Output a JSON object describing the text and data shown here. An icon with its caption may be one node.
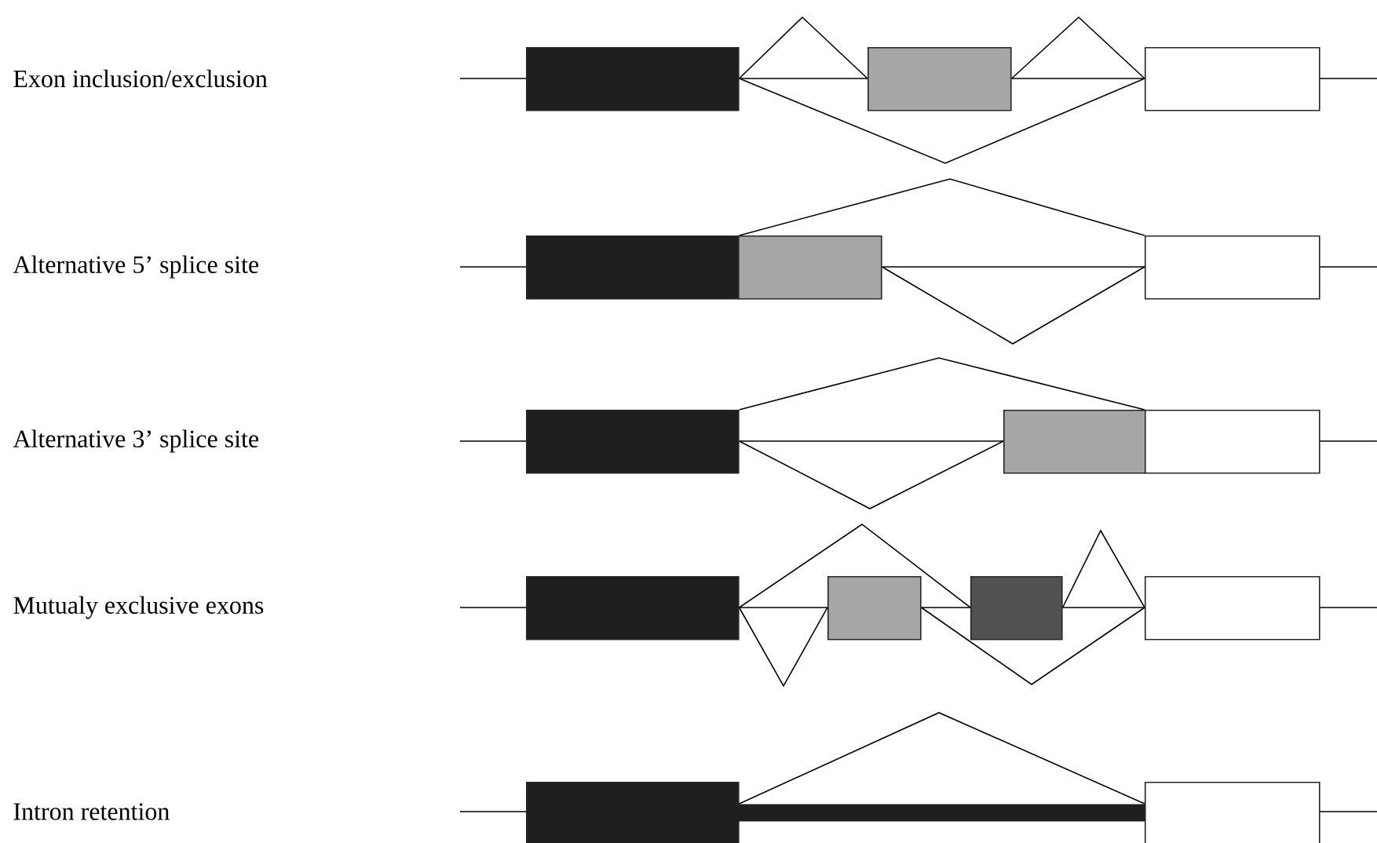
{
  "diagram": {
    "nodes": [
      {
        "text": [],
        "shape": "box"
      },
      {
        "text": [],
        "shape": "box"
      },
      {
        "text": [],
        "shape": "box"
      },
      {
        "text": [],
        "shape": "box"
      },
      {
        "text": [],
        "shape": "box"
      },
      {
        "text": [],
        "shape": "box"
      },
      {
        "text": [],
        "shape": "box"
      },
      {
        "text": [],
        "shape": "box"
      },
      {
        "text": [],
        "shape": "box"
      },
      {
        "text": [],
        "shape": "box"
      },
      {
        "text": [],
        "shape": "box"
      },
      {
        "text": [],
        "shape": "box"
      },
      {
        "text": [],
        "shape": "box"
      },
      {
        "text": [],
        "shape": "box"
      },
      {
        "text": [],
        "shape": "bar"
      },
      {
        "text": [],
        "shape": "box"
      }
    ],
    "edges": [
      {
        "from": 0,
        "to": 1,
        "arrow": "none"
      },
      {
        "from": 0,
        "to": 1,
        "arrow": "none"
      },
      {
        "from": 1,
        "to": 2,
        "arrow": "none"
      },
      {
        "from": 1,
        "to": 2,
        "arrow": "none"
      },
      {
        "from": 0,
        "to": 2,
        "arrow": "none"
      },
      {
        "from": 3,
        "to": 5,
        "arrow": "none"
      },
      {
        "from": 4,
        "to": 5,
        "arrow": "none"
      },
      {
        "from": 4,
        "to": 5,
        "arrow": "none"
      },
      {
        "from": 6,
        "to": 8,
        "arrow": "none"
      },
      {
        "from": 6,
        "to": 7,
        "arrow": "none"
      },
      {
        "from": 6,
        "to": 7,
        "arrow": "none"
      },
      {
        "from": 9,
        "to": 10,
        "arrow": "none"
      },
      {
        "from": 9,
        "to": 10,
        "arrow": "none"
      },
      {
        "from": 9,
        "to": 11,
        "arrow": "none"
      },
      {
        "from": 10,
        "to": 11,
        "arrow": "none"
      },
      {
        "from": 10,
        "to": 12,
        "arrow": "none"
      },
      {
        "from": 11,
        "to": 12,
        "arrow": "none"
      },
      {
        "from": 11,
        "to": 12,
        "arrow": "none"
      },
      {
        "from": 13,
        "to": 15,
        "arrow": "none"
      }
    ],
    "labels": [
      "Exon inclusion/exclusion",
      "Alternative 5’ splice site",
      "Alternative 3’ splice site",
      "Mutualy exclusive exons",
      "Intron retention"
    ]
  }
}
